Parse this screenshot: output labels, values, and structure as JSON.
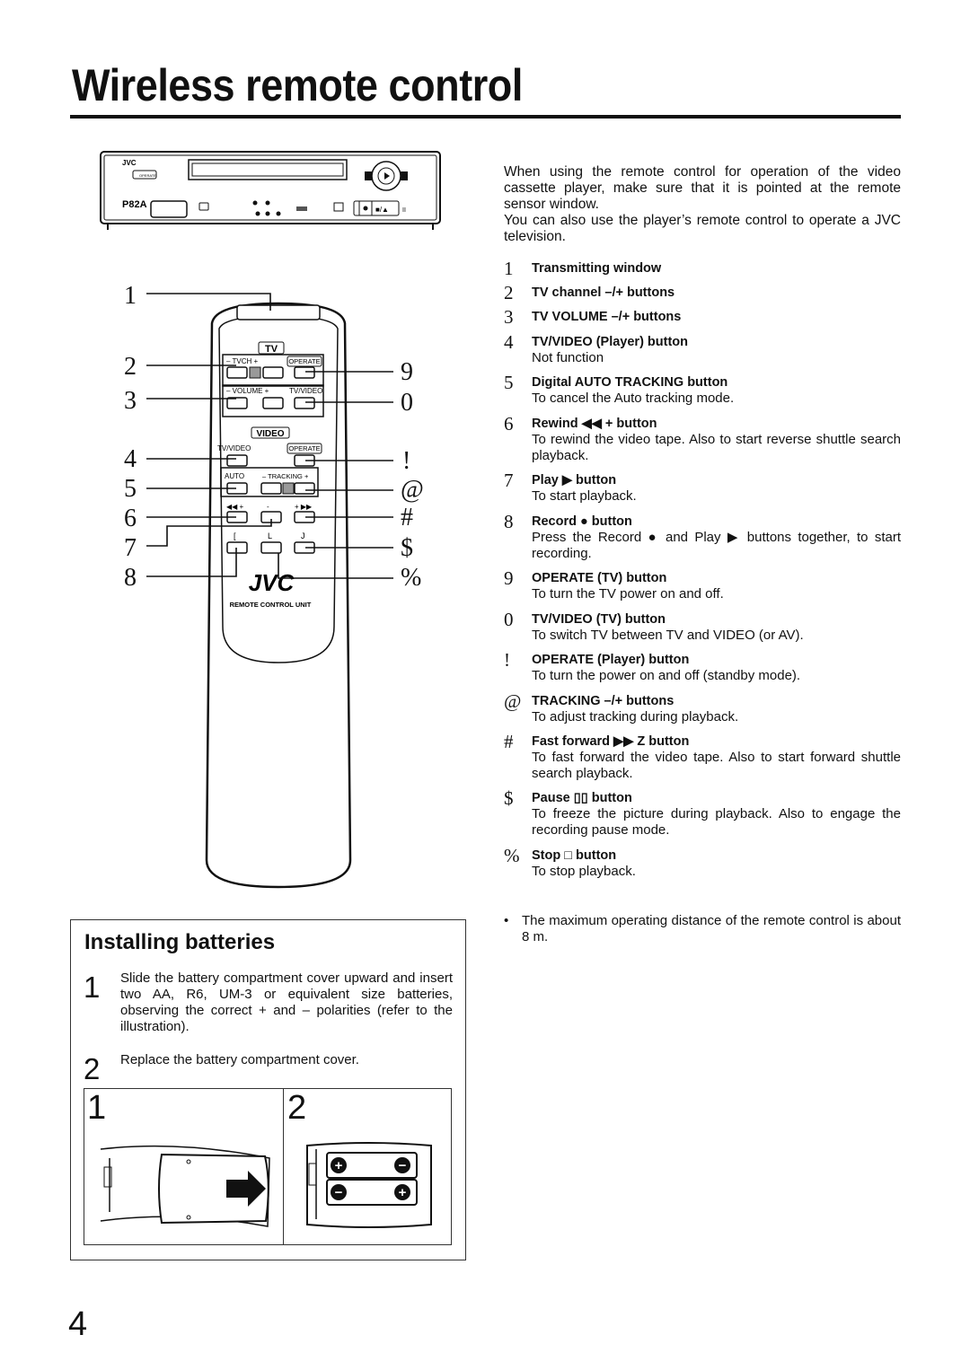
{
  "page": {
    "title": "Wireless remote control",
    "page_number": "4"
  },
  "intro": {
    "p1": "When using the remote control for operation of the video cassette player, make sure that it is pointed at the remote sensor window.",
    "p2": "You can also use the player’s remote control to operate a JVC television."
  },
  "items": [
    {
      "num": "1",
      "label": "Transmitting window",
      "desc": ""
    },
    {
      "num": "2",
      "label": "TV channel –/+ buttons",
      "desc": ""
    },
    {
      "num": "3",
      "label": "TV VOLUME –/+ buttons",
      "desc": ""
    },
    {
      "num": "4",
      "label": "TV/VIDEO (Player) button",
      "desc": "Not function"
    },
    {
      "num": "5",
      "label": "Digital AUTO TRACKING button",
      "desc": "To cancel the Auto tracking mode."
    },
    {
      "num": "6",
      "label": "Rewind ◀◀ +  button",
      "desc": "To rewind the video tape. Also to start reverse shuttle search playback."
    },
    {
      "num": "7",
      "label": "Play ▶ button",
      "desc": "To start playback."
    },
    {
      "num": "8",
      "label": "Record ● button",
      "desc": "Press the Record ● and Play ▶ buttons together, to start recording."
    },
    {
      "num": "9",
      "label": "OPERATE (TV) button",
      "desc": "To turn the TV power on and off."
    },
    {
      "num": "0",
      "label": "TV/VIDEO (TV) button",
      "desc": "To switch TV between TV and VIDEO (or AV)."
    },
    {
      "num": "!",
      "label": "OPERATE (Player) button",
      "desc": "To turn the power on and off (standby mode)."
    },
    {
      "num": "@",
      "label": "TRACKING –/+ buttons",
      "desc": "To adjust tracking during playback."
    },
    {
      "num": "#",
      "label": "Fast forward ▶▶ Z  button",
      "desc": "To fast forward the video tape. Also to start forward shuttle search playback."
    },
    {
      "num": "$",
      "label": "Pause ▯▯ button",
      "desc": "To freeze the picture during playback. Also to engage the recording pause mode."
    },
    {
      "num": "%",
      "label": "Stop □ button",
      "desc": "To stop playback."
    }
  ],
  "note": {
    "bullet": "•",
    "text": "The maximum operating distance of the remote control is about 8 m."
  },
  "batteries": {
    "title": "Installing batteries",
    "steps": [
      {
        "num": "1",
        "text": "Slide the battery compartment cover upward and insert two AA, R6, UM-3 or equivalent size batteries, observing the correct + and – polarities (refer to the illustration)."
      },
      {
        "num": "2",
        "text": "Replace the battery compartment cover."
      }
    ],
    "fig_labels": [
      "1",
      "2"
    ],
    "fig_plus": "+",
    "fig_minus": "−"
  },
  "remote": {
    "left_callouts": [
      "1",
      "2",
      "3",
      "4",
      "5",
      "6",
      "7",
      "8"
    ],
    "right_callouts": [
      "9",
      "0",
      "!",
      "@",
      "#",
      "$",
      "%"
    ],
    "tv_label": "TV",
    "tvch_label": "–  TVCH  +",
    "operate_label": "OPERATE",
    "volume_label": "–  VOLUME  +",
    "tvvideo_label": "TV/VIDEO",
    "video_label": "VIDEO",
    "tvvideo2_label": "TV/VIDEO",
    "operate2_label": "OPERATE",
    "auto_label": "AUTO",
    "tracking_label": "–  TRACKING +",
    "rew_mark": "◀◀ +",
    "play_mark": "-",
    "ff_mark": "+ ▶▶",
    "rec_mark": "[",
    "stop_mark": "L",
    "pause_mark": "J",
    "logo": "JVC",
    "unit_label": "REMOTE CONTROL UNIT"
  },
  "vcr": {
    "logo": "JVC",
    "model": "P82A",
    "power_label": "OPERATE"
  }
}
